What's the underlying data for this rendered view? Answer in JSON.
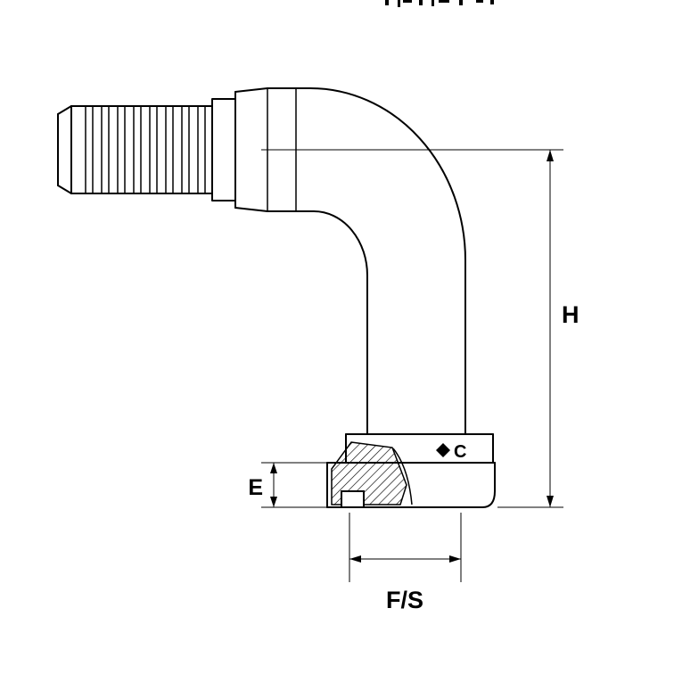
{
  "dimension_labels": {
    "h": "H",
    "e": "E",
    "fs": "F/S"
  },
  "logo": {
    "icon": "diamond-icon",
    "text": "C"
  },
  "colors": {
    "line": "#000000",
    "background": "#ffffff"
  }
}
